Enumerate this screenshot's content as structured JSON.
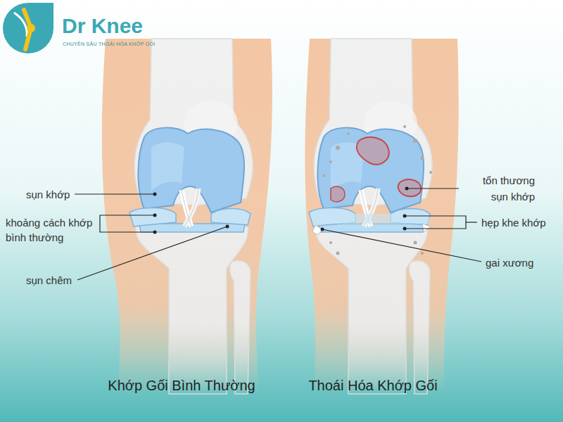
{
  "diagram": {
    "labels": [
      "Dr Knee",
      "CHUYÊN SÂU THOÁI HÓA KHỚP GỐI",
      "sụn khớp",
      "khoảng cách khớp bình thường",
      "sụn chêm",
      "tổn thương sụn khớp",
      "hẹp khe khớp",
      "gai xương",
      "Khớp Gối Bình Thường",
      "Thoái Hóa Khớp Gối"
    ]
  }
}
